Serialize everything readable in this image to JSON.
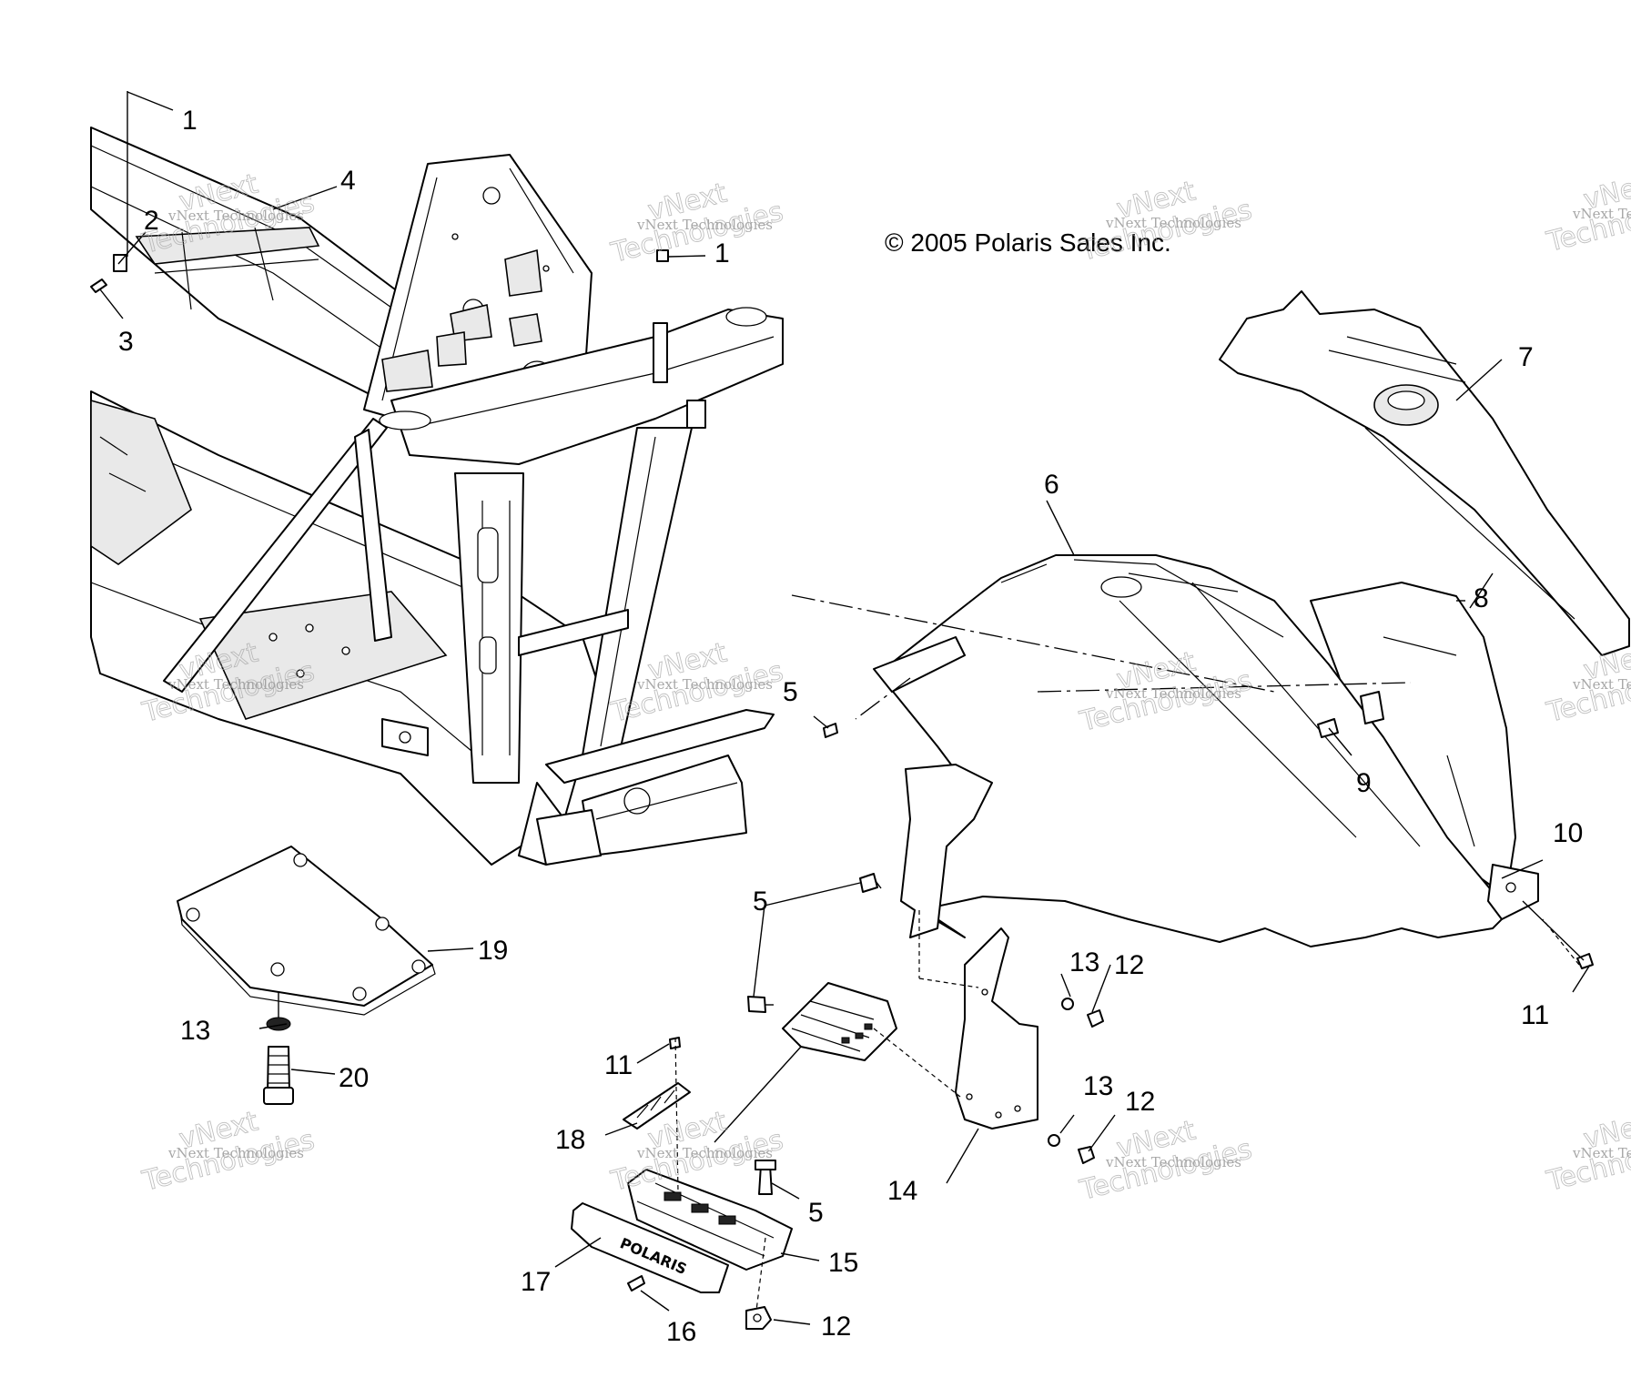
{
  "copyright": "© 2005 Polaris Sales Inc.",
  "footpeg_brand": "POLARIS",
  "watermark": {
    "small": "vNext Technologies",
    "big_top": "vNext",
    "big_bottom": "Technologies"
  },
  "callouts": {
    "c1a": "1",
    "c1b": "1",
    "c2": "2",
    "c3": "3",
    "c4": "4",
    "c5a": "5",
    "c5b": "5",
    "c5c": "5",
    "c6": "6",
    "c7": "7",
    "c8": "8",
    "c9": "9",
    "c10": "10",
    "c11a": "11",
    "c11b": "11",
    "c12a": "12",
    "c12b": "12",
    "c12c": "12",
    "c13a": "13",
    "c13b": "13",
    "c13c": "13",
    "c14": "14",
    "c15": "15",
    "c16": "16",
    "c17": "17",
    "c18": "18",
    "c19": "19",
    "c20": "20"
  }
}
